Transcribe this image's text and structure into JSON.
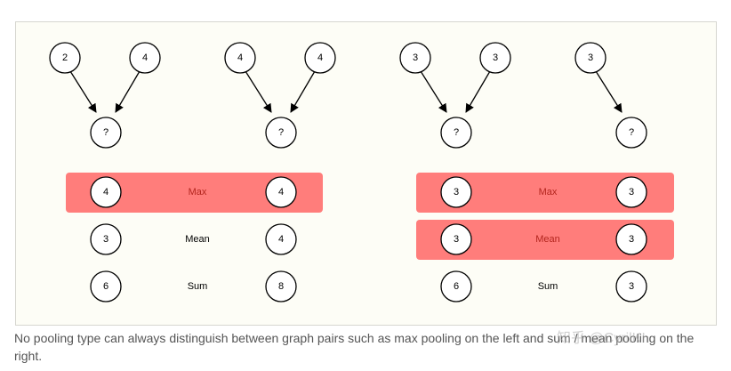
{
  "diagram": {
    "node_inputs": [
      {
        "group": "left",
        "graph": "A",
        "values": [
          "2",
          "4"
        ]
      },
      {
        "group": "left",
        "graph": "B",
        "values": [
          "4",
          "4"
        ]
      },
      {
        "group": "right",
        "graph": "C",
        "values": [
          "3",
          "3"
        ]
      },
      {
        "group": "right",
        "graph": "D",
        "values": [
          "3"
        ]
      }
    ],
    "unknown_label": "?",
    "left_rows": [
      {
        "label": "Max",
        "a": "4",
        "b": "4",
        "highlighted": true
      },
      {
        "label": "Mean",
        "a": "3",
        "b": "4",
        "highlighted": false
      },
      {
        "label": "Sum",
        "a": "6",
        "b": "8",
        "highlighted": false
      }
    ],
    "right_rows": [
      {
        "label": "Max",
        "a": "3",
        "b": "3",
        "highlighted": true
      },
      {
        "label": "Mean",
        "a": "3",
        "b": "3",
        "highlighted": true
      },
      {
        "label": "Sum",
        "a": "6",
        "b": "3",
        "highlighted": false
      }
    ],
    "colors": {
      "highlight": "#ff7d7b",
      "highlight_text": "#b3261e",
      "line": "#000000",
      "node_fill": "#ffffff"
    }
  },
  "caption": "No pooling type can always distinguish between graph pairs such as max pooling on the left and sum / mean pooling on the right.",
  "watermark": "知乎 @CyrilKI"
}
